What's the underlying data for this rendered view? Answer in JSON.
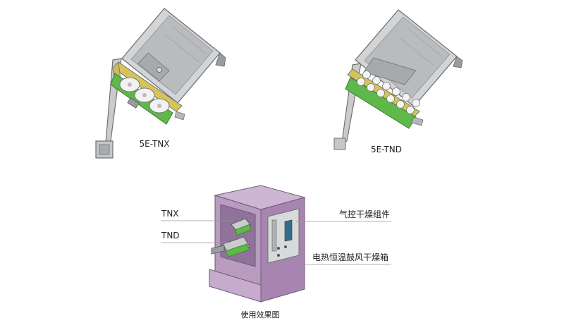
{
  "labels": {
    "model_tnx": "5E-TNX",
    "model_tnd": "5E-TND",
    "callout_tnx": "TNX",
    "callout_tnd": "TND",
    "callout_dryer_assembly": "气控干燥组件",
    "callout_drying_oven": "电热恒温鼓风干燥箱",
    "caption": "使用效果图"
  },
  "colors": {
    "housing": "#c9cbcd",
    "housing_dark": "#8e9194",
    "frame_yellow": "#d6c45a",
    "tray_green": "#5fb84a",
    "cabinet": "#b99bc0",
    "cabinet_dark": "#8f739a",
    "cabinet_light": "#cdb6d3",
    "leader": "#9a9a9a"
  },
  "icons": [
    "tnx-device-drawing",
    "tnd-device-drawing",
    "drying-oven-drawing"
  ]
}
